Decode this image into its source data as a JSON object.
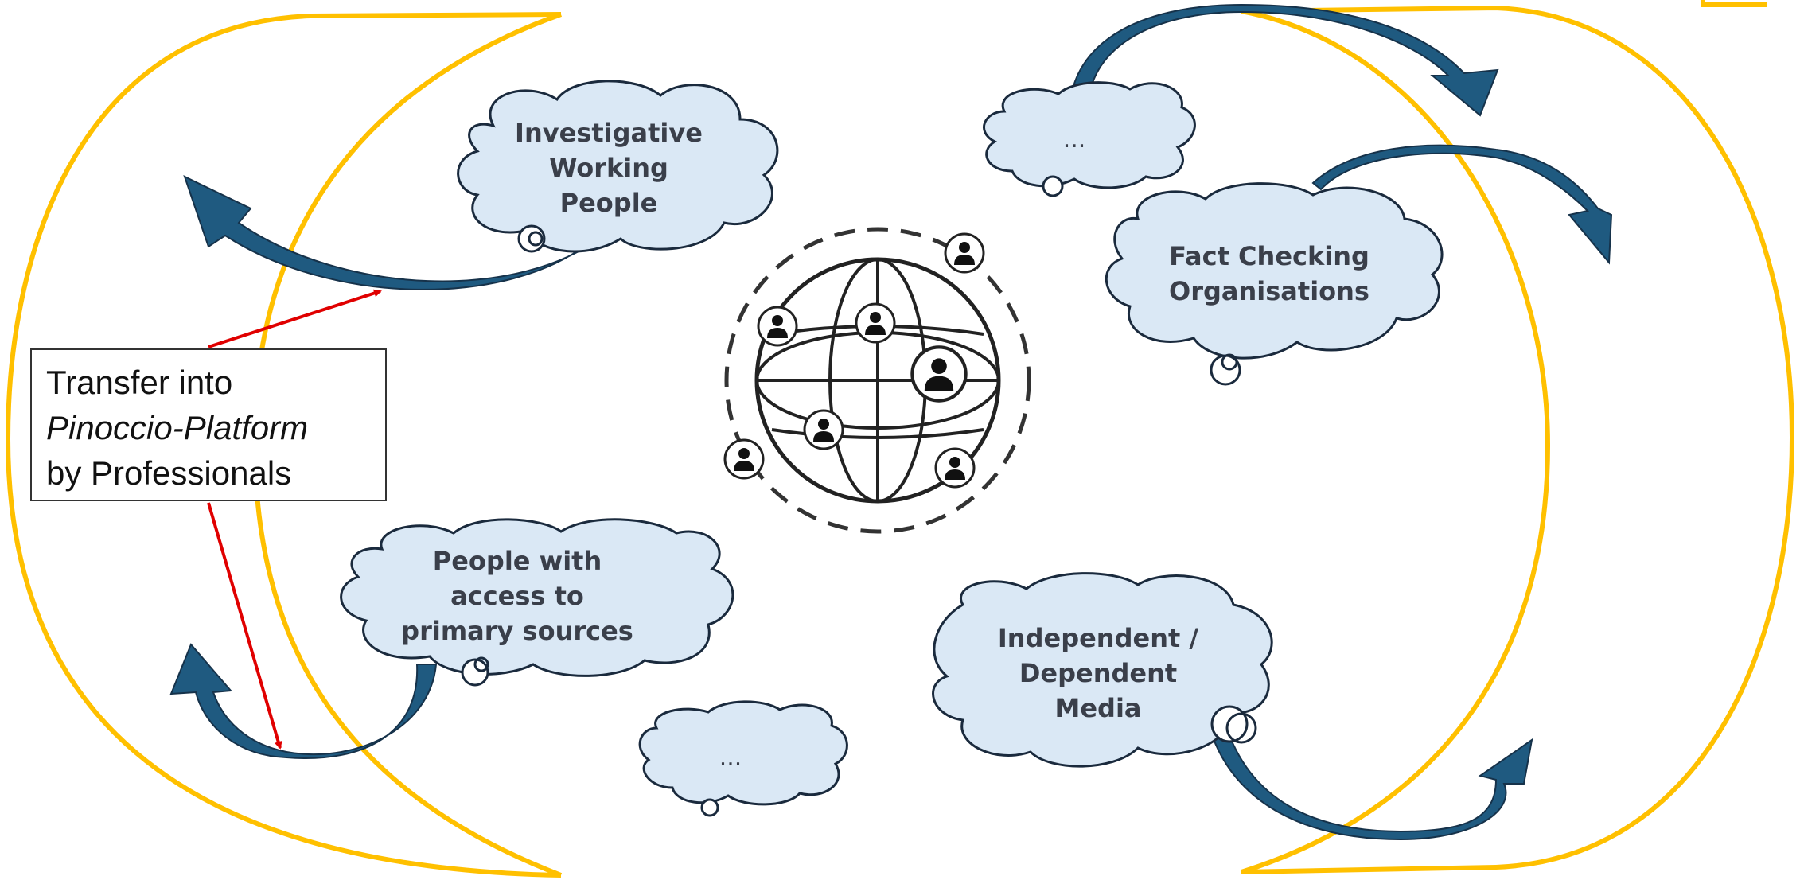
{
  "colors": {
    "ring": "#FFC000",
    "arrow": "#1F5A80",
    "arrow_outline": "#16324a",
    "cloud_fill": "#DAE8F5",
    "cloud_stroke": "#1a2a3d",
    "connector": "#E00000"
  },
  "center_icon": "globe-network-people-icon",
  "clouds": {
    "investigative": [
      "Investigative",
      "Working",
      "People"
    ],
    "fact_checking": [
      "Fact Checking",
      "Organisations"
    ],
    "primary_sources": [
      "People with",
      "access to",
      "primary sources"
    ],
    "media": [
      "Independent /",
      "Dependent",
      "Media"
    ],
    "top_right_ellipsis": "...",
    "bottom_ellipsis": "..."
  },
  "transfer_box": {
    "line1": "Transfer into",
    "line2": "Pinoccio-Platform",
    "line3": "by  Professionals"
  }
}
